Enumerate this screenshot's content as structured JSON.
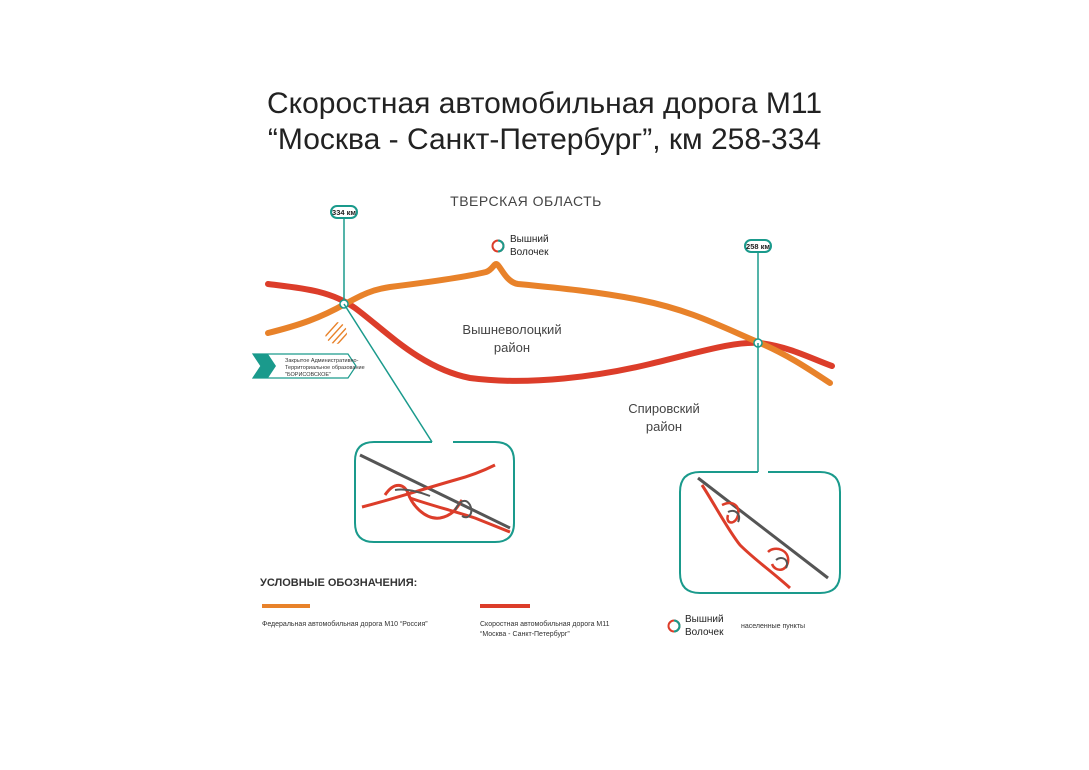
{
  "title": {
    "line1": "Скоростная автомобильная дорога М11",
    "line2": "“Москва - Санкт-Петербург”, км 258-334"
  },
  "map": {
    "region_label": "ТВЕРСКАЯ ОБЛАСТЬ",
    "markers": {
      "km334": "334 км",
      "km258": "258 км"
    },
    "settlement": {
      "line1": "Вышний",
      "line2": "Волочек"
    },
    "districts": {
      "vyshnevolotsky": {
        "line1": "Вышневолоцкий",
        "line2": "район"
      },
      "spirovsky": {
        "line1": "Спировский",
        "line2": "район"
      }
    },
    "zato_sign": {
      "line1": "Закрытое Административно-",
      "line2": "Территориальное образование",
      "line3": "\"БОРИСОВСКОЕ\""
    }
  },
  "legend": {
    "heading": "УСЛОВНЫЕ ОБОЗНАЧЕНИЯ:",
    "m10": "Федеральная автомобильная дорога М10 “Россия”",
    "m11_line1": "Скоростная автомобильная дорога М11",
    "m11_line2": "“Москва - Санкт-Петербург”",
    "settlement_line1": "Вышний",
    "settlement_line2": "Волочек",
    "settlement_desc": "населенные пункты"
  },
  "colors": {
    "m10_road": "#e8822a",
    "m11_road": "#dc3d2a",
    "callout": "#1a9a8c",
    "existing_road": "#555555"
  }
}
